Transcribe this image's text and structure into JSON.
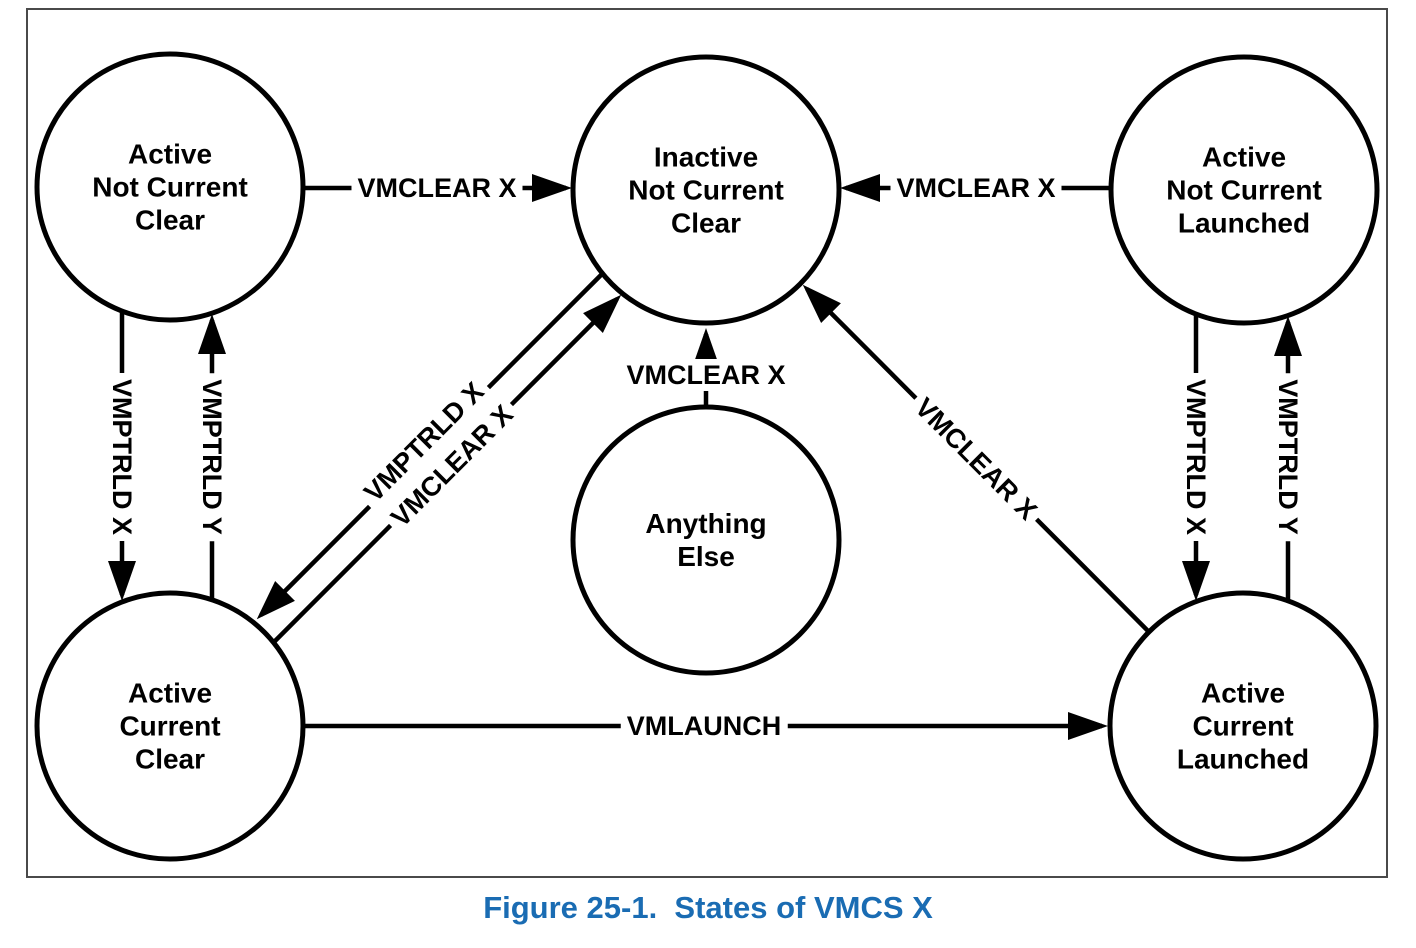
{
  "diagram": {
    "title": "States of VMCS X",
    "caption": "Figure 25-1.  States of VMCS X",
    "caption_color": "#1a6cb3",
    "line_color": "#000000",
    "border_color": "#4a4a4a",
    "states": [
      {
        "id": "active-not-current-clear",
        "lines": [
          "Active",
          "Not Current",
          "Clear"
        ]
      },
      {
        "id": "inactive-not-current-clear",
        "lines": [
          "Inactive",
          "Not Current",
          "Clear"
        ]
      },
      {
        "id": "active-not-current-launched",
        "lines": [
          "Active",
          "Not Current",
          "Launched"
        ]
      },
      {
        "id": "anything-else",
        "lines": [
          "Anything",
          "Else"
        ]
      },
      {
        "id": "active-current-clear",
        "lines": [
          "Active",
          "Current",
          "Clear"
        ]
      },
      {
        "id": "active-current-launched",
        "lines": [
          "Active",
          "Current",
          "Launched"
        ]
      }
    ],
    "transitions": [
      {
        "from": "active-not-current-clear",
        "to": "inactive-not-current-clear",
        "label": "VMCLEAR X"
      },
      {
        "from": "active-not-current-launched",
        "to": "inactive-not-current-clear",
        "label": "VMCLEAR X"
      },
      {
        "from": "active-not-current-clear",
        "to": "active-current-clear",
        "label": "VMPTRLD X"
      },
      {
        "from": "active-current-clear",
        "to": "active-not-current-clear",
        "label": "VMPTRLD Y"
      },
      {
        "from": "active-not-current-launched",
        "to": "active-current-launched",
        "label": "VMPTRLD X"
      },
      {
        "from": "active-current-launched",
        "to": "active-not-current-launched",
        "label": "VMPTRLD Y"
      },
      {
        "from": "inactive-not-current-clear",
        "to": "active-current-clear",
        "label": "VMPTRLD X"
      },
      {
        "from": "active-current-clear",
        "to": "inactive-not-current-clear",
        "label": "VMCLEAR X"
      },
      {
        "from": "anything-else",
        "to": "inactive-not-current-clear",
        "label": "VMCLEAR X"
      },
      {
        "from": "active-current-launched",
        "to": "inactive-not-current-clear",
        "label": "VMCLEAR X"
      },
      {
        "from": "active-current-clear",
        "to": "active-current-launched",
        "label": "VMLAUNCH"
      }
    ]
  }
}
